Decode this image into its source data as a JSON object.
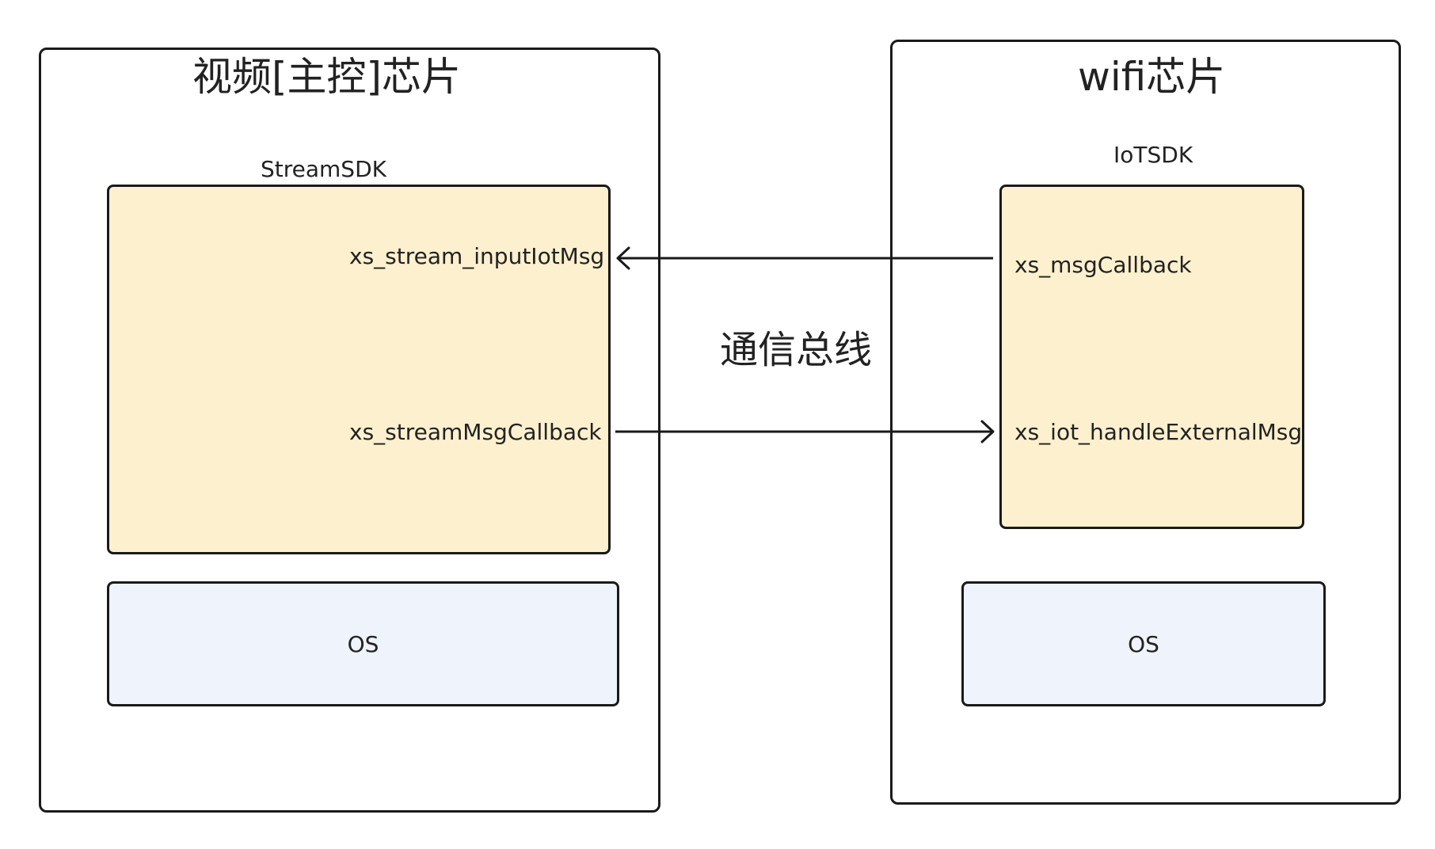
{
  "left_chip": {
    "title": "视频[主控]芯片",
    "sdk_label": "StreamSDK",
    "functions": [
      "xs_stream_inputIotMsg",
      "xs_streamMsgCallback"
    ],
    "os_label": "OS"
  },
  "right_chip": {
    "title": "wifi芯片",
    "sdk_label": "IoTSDK",
    "functions": [
      "xs_msgCallback",
      "xs_iot_handleExternalMsg"
    ],
    "os_label": "OS"
  },
  "bus_label": "通信总线",
  "colors": {
    "sdk_fill": "#fdf0ce",
    "os_fill": "#eef3fc",
    "stroke": "#1a1a1a"
  }
}
